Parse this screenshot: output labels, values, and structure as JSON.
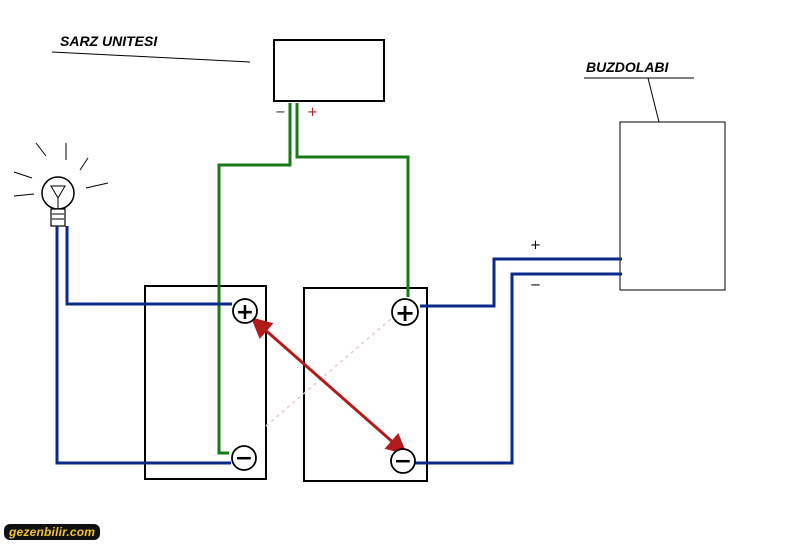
{
  "labels": {
    "charger": "SARZ UNITESI",
    "fridge": "BUZDOLABI"
  },
  "charger_terminals": {
    "minus": "−",
    "plus": "+"
  },
  "fridge_terminals": {
    "plus": "+",
    "minus": "−"
  },
  "battery_terminals": {
    "plus": "+",
    "minus": "−"
  },
  "colors": {
    "outline": "#000000",
    "charge_wire": "#1a7a1a",
    "load_wire": "#0a2a8a",
    "link_arrow": "#b31b1b",
    "charger_minus": "#333333",
    "charger_plus": "#b31b1b"
  },
  "watermark": "gezenbilir.com"
}
